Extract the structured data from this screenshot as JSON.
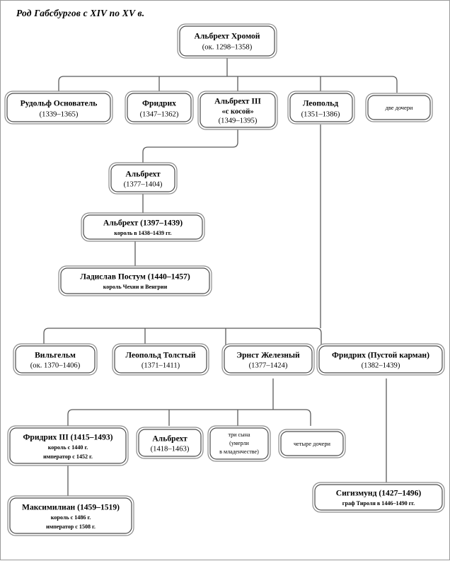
{
  "page": {
    "title": "Род Габсбургов с XIV по XV в.",
    "border_color": "#9a9a9a",
    "box_stroke_outer": "#8c8c8c",
    "box_stroke_inner": "#4a4a4a",
    "link_color": "#5a5a5a",
    "background": "#ffffff"
  },
  "chart_data": {
    "type": "diagram",
    "subtype": "genealogy-tree",
    "title": "Род Габсбургов с XIV по XV в.",
    "nodes": [
      {
        "id": "albrecht-lame",
        "lines": [
          "Альбрехт Хромой",
          "(ок. 1298–1358)"
        ],
        "generation": 1
      },
      {
        "id": "rudolf-founder",
        "lines": [
          "Рудольф Основатель",
          "(1339–1365)"
        ],
        "generation": 2
      },
      {
        "id": "friedrich-1347",
        "lines": [
          "Фридрих",
          "(1347–1362)"
        ],
        "generation": 2
      },
      {
        "id": "albrecht-iii",
        "lines": [
          "Альбрехт III",
          "«с косой»",
          "(1349–1395)"
        ],
        "generation": 2
      },
      {
        "id": "leopold-1351",
        "lines": [
          "Леопольд",
          "(1351–1386)"
        ],
        "generation": 2
      },
      {
        "id": "two-daughters",
        "lines": [
          "две дочери"
        ],
        "generation": 2
      },
      {
        "id": "albrecht-1377",
        "lines": [
          "Альбрехт",
          "(1377–1404)"
        ],
        "generation": 3
      },
      {
        "id": "albrecht-1397",
        "lines": [
          "Альбрехт (1397–1439)",
          "король в 1438–1439 гг."
        ],
        "generation": 4
      },
      {
        "id": "ladislav",
        "lines": [
          "Ладислав Постум (1440–1457)",
          "король Чехии и Венгрии"
        ],
        "generation": 5
      },
      {
        "id": "wilhelm",
        "lines": [
          "Вильгельм",
          "(ок. 1370–1406)"
        ],
        "generation": 3
      },
      {
        "id": "leopold-fat",
        "lines": [
          "Леопольд Толстый",
          "(1371–1411)"
        ],
        "generation": 3
      },
      {
        "id": "ernst-iron",
        "lines": [
          "Эрнст Железный",
          "(1377–1424)"
        ],
        "generation": 3
      },
      {
        "id": "friedrich-empty",
        "lines": [
          "Фридрих (Пустой карман)",
          "(1382–1439)"
        ],
        "generation": 3
      },
      {
        "id": "friedrich-iii",
        "lines": [
          "Фридрих III (1415–1493)",
          "король с 1440 г.",
          "император с 1452 г."
        ],
        "generation": 4
      },
      {
        "id": "albrecht-1418",
        "lines": [
          "Альбрехт",
          "(1418–1463)"
        ],
        "generation": 4
      },
      {
        "id": "three-sons",
        "lines": [
          "три сына",
          "(умерли",
          "в младенчестве)"
        ],
        "generation": 4
      },
      {
        "id": "four-daughters",
        "lines": [
          "четыре дочери"
        ],
        "generation": 4
      },
      {
        "id": "maximilian",
        "lines": [
          "Максимилиан (1459–1519)",
          "король с 1486 г.",
          "император с 1508 г."
        ],
        "generation": 5
      },
      {
        "id": "sigismund",
        "lines": [
          "Сигизмунд (1427–1496)",
          "граф Тироля в 1446–1490 гг."
        ],
        "generation": 4
      }
    ],
    "edges": [
      {
        "from": "albrecht-lame",
        "to": "rudolf-founder"
      },
      {
        "from": "albrecht-lame",
        "to": "friedrich-1347"
      },
      {
        "from": "albrecht-lame",
        "to": "albrecht-iii"
      },
      {
        "from": "albrecht-lame",
        "to": "leopold-1351"
      },
      {
        "from": "albrecht-lame",
        "to": "two-daughters"
      },
      {
        "from": "albrecht-iii",
        "to": "albrecht-1377"
      },
      {
        "from": "albrecht-1377",
        "to": "albrecht-1397"
      },
      {
        "from": "albrecht-1397",
        "to": "ladislav"
      },
      {
        "from": "leopold-1351",
        "to": "wilhelm"
      },
      {
        "from": "leopold-1351",
        "to": "leopold-fat"
      },
      {
        "from": "leopold-1351",
        "to": "ernst-iron"
      },
      {
        "from": "leopold-1351",
        "to": "friedrich-empty"
      },
      {
        "from": "ernst-iron",
        "to": "friedrich-iii"
      },
      {
        "from": "ernst-iron",
        "to": "albrecht-1418"
      },
      {
        "from": "ernst-iron",
        "to": "three-sons"
      },
      {
        "from": "ernst-iron",
        "to": "four-daughters"
      },
      {
        "from": "friedrich-iii",
        "to": "maximilian"
      },
      {
        "from": "friedrich-empty",
        "to": "sigismund"
      }
    ]
  },
  "boxes": {
    "albrecht_lame": {
      "l1": "Альбрехт Хромой",
      "l2": "(ок. 1298–1358)"
    },
    "rudolf_founder": {
      "l1": "Рудольф Основатель",
      "l2": "(1339–1365)"
    },
    "friedrich_1347": {
      "l1": "Фридрих",
      "l2": "(1347–1362)"
    },
    "albrecht_iii": {
      "l1": "Альбрехт III",
      "l2": "«с косой»",
      "l3": "(1349–1395)"
    },
    "leopold_1351": {
      "l1": "Леопольд",
      "l2": "(1351–1386)"
    },
    "two_daughters": {
      "l1": "две дочери"
    },
    "albrecht_1377": {
      "l1": "Альбрехт",
      "l2": "(1377–1404)"
    },
    "albrecht_1397": {
      "l1": "Альбрехт (1397–1439)",
      "l2": "король в 1438–1439 гг."
    },
    "ladislav": {
      "l1": "Ладислав Постум (1440–1457)",
      "l2": "король Чехии и Венгрии"
    },
    "wilhelm": {
      "l1": "Вильгельм",
      "l2": "(ок. 1370–1406)"
    },
    "leopold_fat": {
      "l1": "Леопольд Толстый",
      "l2": "(1371–1411)"
    },
    "ernst_iron": {
      "l1": "Эрнст Железный",
      "l2": "(1377–1424)"
    },
    "friedrich_empty": {
      "l1": "Фридрих (Пустой карман)",
      "l2": "(1382–1439)"
    },
    "friedrich_iii": {
      "l1": "Фридрих III (1415–1493)",
      "l2": "король с 1440 г.",
      "l3": "император с 1452 г."
    },
    "albrecht_1418": {
      "l1": "Альбрехт",
      "l2": "(1418–1463)"
    },
    "three_sons": {
      "l1": "три сына",
      "l2": "(умерли",
      "l3": "в младенчестве)"
    },
    "four_daughters": {
      "l1": "четыре дочери"
    },
    "maximilian": {
      "l1": "Максимилиан (1459–1519)",
      "l2": "король с 1486 г.",
      "l3": "император с 1508 г."
    },
    "sigismund": {
      "l1": "Сигизмунд (1427–1496)",
      "l2": "граф Тироля в 1446–1490 гг."
    }
  }
}
